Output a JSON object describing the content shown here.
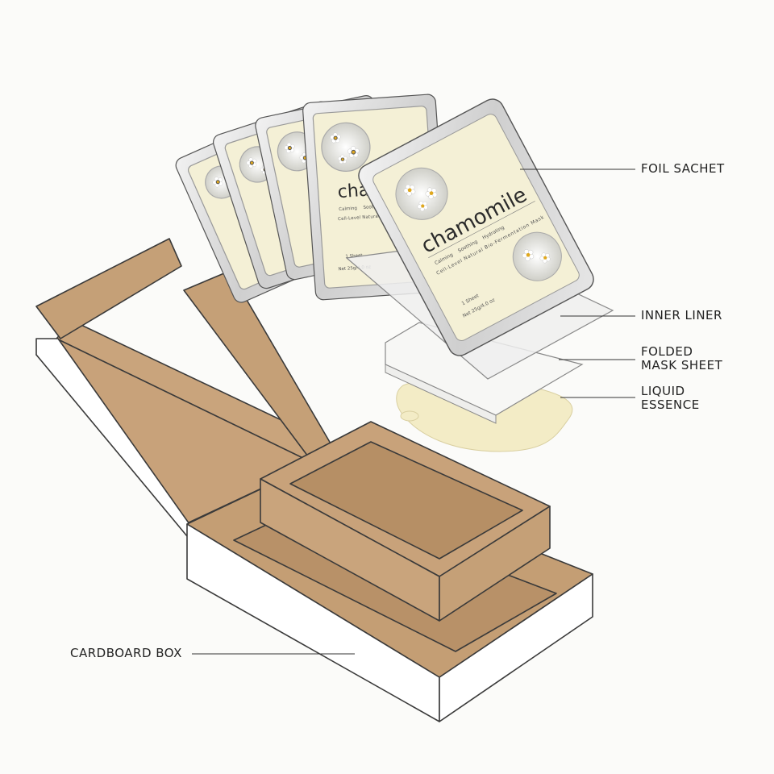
{
  "labels": {
    "foil_sachet": "FOIL SACHET",
    "inner_liner": "INNER LINER",
    "folded_mask_sheet": [
      "FOLDED",
      "MASK SHEET"
    ],
    "liquid_essence": [
      "LIQUID",
      "ESSENCE"
    ],
    "cardboard_box": "CARDBOARD BOX"
  },
  "sachet": {
    "brand": "chamomile",
    "brand_partial": "chamo",
    "benefits": [
      "Calming",
      "Soothing",
      "Hydrating"
    ],
    "description": "Cell-Level Natural Bio-Fermentation Mask",
    "count": "1 Sheet",
    "net": "Net 25g/4.0 oz"
  },
  "colors": {
    "kraft": "#c9a47c",
    "kraft_dark": "#b38c62",
    "foil": "#d9d9d9",
    "label_bg": "#f4f0d6",
    "essence": "#f3ecc6",
    "outline": "#3a3a3a"
  }
}
